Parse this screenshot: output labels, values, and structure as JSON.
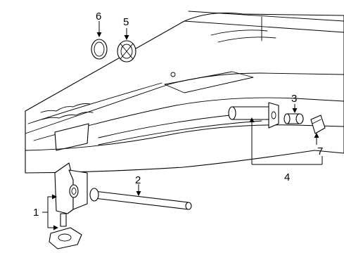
{
  "callouts": [
    {
      "id": "1",
      "text": "1"
    },
    {
      "id": "2",
      "text": "2"
    },
    {
      "id": "3",
      "text": "3"
    },
    {
      "id": "4",
      "text": "4"
    },
    {
      "id": "5",
      "text": "5"
    },
    {
      "id": "6",
      "text": "6"
    },
    {
      "id": "7",
      "text": "7"
    }
  ],
  "parts": [
    {
      "callout": "1",
      "icon": "spare-tire-hoist-bracket-icon"
    },
    {
      "callout": "2",
      "icon": "extension-rod-icon"
    },
    {
      "callout": "3",
      "icon": "lock-cylinder-icon"
    },
    {
      "callout": "4",
      "icon": "tube-assembly-icon"
    },
    {
      "callout": "5",
      "icon": "retainer-clip-icon"
    },
    {
      "callout": "6",
      "icon": "seal-ring-icon"
    },
    {
      "callout": "7",
      "icon": "cover-cap-icon"
    }
  ]
}
